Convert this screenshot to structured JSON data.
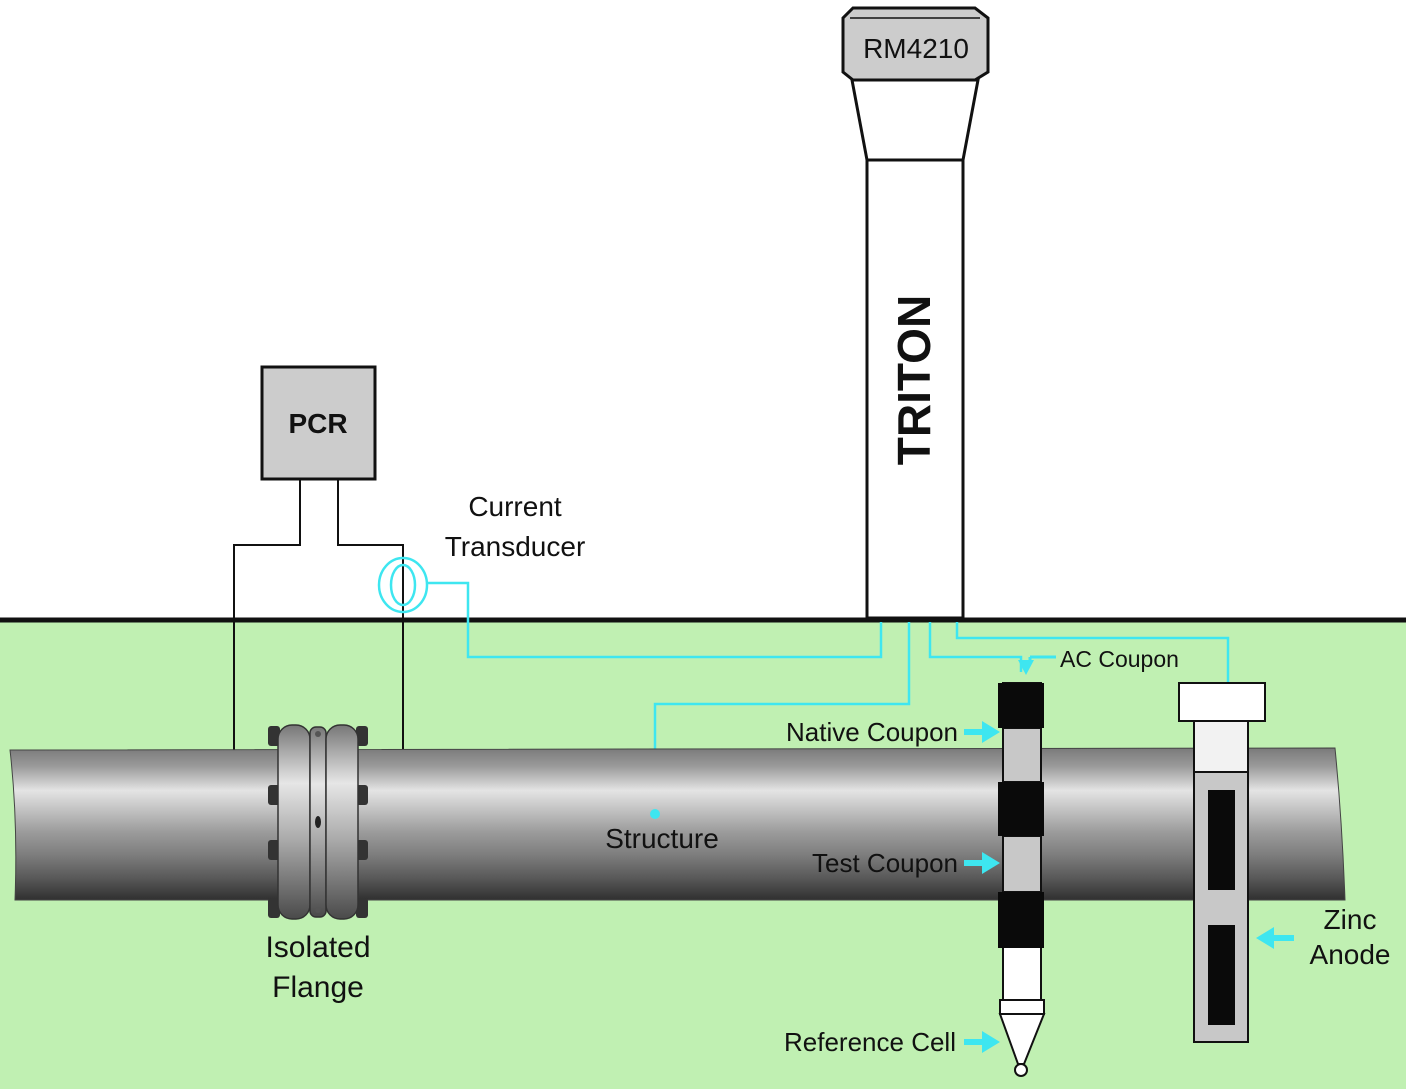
{
  "colors": {
    "ground": "#c0f0b2",
    "wire_signal": "#3ee6f0",
    "wire_power": "#111111",
    "device_gray": "#c8c8c8",
    "coupon_black": "#0a0a0a"
  },
  "labels": {
    "rm_device": "RM4210",
    "triton": "TRITON",
    "pcr": "PCR",
    "current_transducer_line1": "Current",
    "current_transducer_line2": "Transducer",
    "isolated_flange_line1": "Isolated",
    "isolated_flange_line2": "Flange",
    "structure": "Structure",
    "ac_coupon": "AC Coupon",
    "native_coupon": "Native Coupon",
    "test_coupon": "Test Coupon",
    "reference_cell": "Reference Cell",
    "zinc_anode_line1": "Zinc",
    "zinc_anode_line2": "Anode"
  }
}
